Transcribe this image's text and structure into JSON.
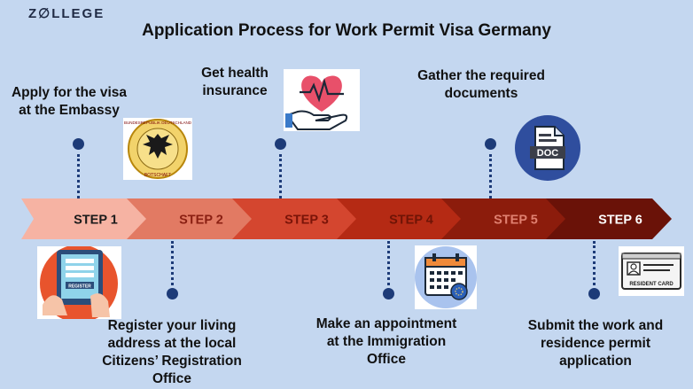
{
  "brand": "Z∅LLEGE",
  "title": "Application Process for Work Permit Visa Germany",
  "steps": [
    {
      "label": "STEP 1",
      "fill": "#f6b3a3",
      "text_color": "#1a1a1a",
      "caption": "Apply for the visa\nat the Embassy",
      "icon": "embassy-seal-icon"
    },
    {
      "label": "STEP 2",
      "fill": "#e27a63",
      "text_color": "#8a1f12",
      "caption": "Register your living\naddress at the local\nCitizens’ Registration\nOffice",
      "icon": "register-tablet-icon"
    },
    {
      "label": "STEP 3",
      "fill": "#d4462f",
      "text_color": "#7a1408",
      "caption": "Get health\ninsurance",
      "icon": "health-heart-hand-icon"
    },
    {
      "label": "STEP 4",
      "fill": "#b52a14",
      "text_color": "#6e1406",
      "caption": "Make an appointment\nat the Immigration\nOffice",
      "icon": "calendar-icon"
    },
    {
      "label": "STEP 5",
      "fill": "#8c1c0c",
      "text_color": "#e08070",
      "caption": "Gather the required\ndocuments",
      "icon": "doc-file-icon"
    },
    {
      "label": "STEP 6",
      "fill": "#6a1208",
      "text_color": "#ffffff",
      "caption": "Submit the work and\nresidence permit\napplication",
      "icon": "resident-card-icon"
    }
  ],
  "icon_text": {
    "seal_top": "BUNDESREPUBLIK DEUTSCHLAND",
    "seal_bottom": "BOTSCHAFT",
    "register": "REGISTER",
    "doc": "DOC",
    "card": "RESIDENT CARD"
  }
}
